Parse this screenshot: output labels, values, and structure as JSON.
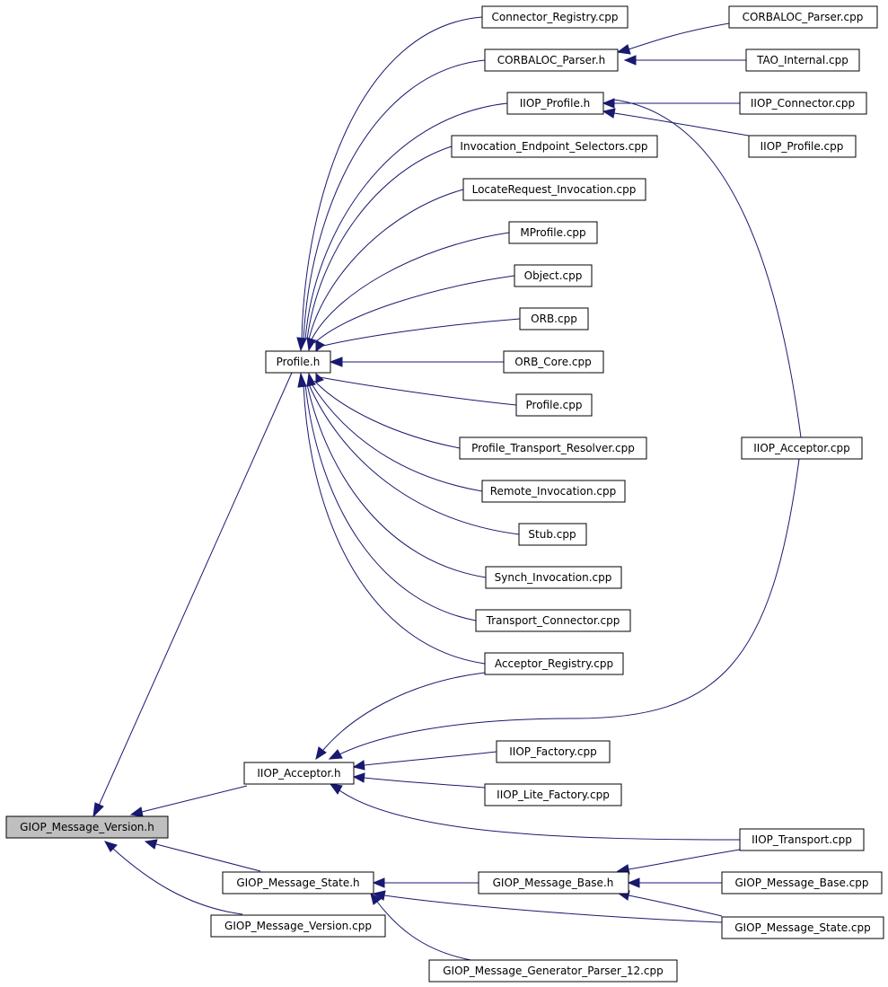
{
  "colors": {
    "edge": "#191970",
    "root_fill": "#bfbfbf",
    "node_fill": "#ffffff",
    "border": "#000000"
  },
  "nodes": {
    "gmv_h": "GIOP_Message_Version.h",
    "profile_h": "Profile.h",
    "iiop_acceptor_h": "IIOP_Acceptor.h",
    "gms_h": "GIOP_Message_State.h",
    "gmv_cpp": "GIOP_Message_Version.cpp",
    "connector_registry": "Connector_Registry.cpp",
    "corbaloc_h": "CORBALOC_Parser.h",
    "iiop_profile_h": "IIOP_Profile.h",
    "invocation_endpoint": "Invocation_Endpoint_Selectors.cpp",
    "locate_request": "LocateRequest_Invocation.cpp",
    "mprofile": "MProfile.cpp",
    "object_cpp": "Object.cpp",
    "orb_cpp": "ORB.cpp",
    "orb_core": "ORB_Core.cpp",
    "profile_cpp": "Profile.cpp",
    "profile_transport": "Profile_Transport_Resolver.cpp",
    "remote_invocation": "Remote_Invocation.cpp",
    "stub_cpp": "Stub.cpp",
    "synch_invocation": "Synch_Invocation.cpp",
    "transport_connector": "Transport_Connector.cpp",
    "acceptor_registry": "Acceptor_Registry.cpp",
    "iiop_factory": "IIOP_Factory.cpp",
    "iiop_lite_factory": "IIOP_Lite_Factory.cpp",
    "gmb_h": "GIOP_Message_Base.h",
    "gmg_parser": "GIOP_Message_Generator_Parser_12.cpp",
    "corbaloc_cpp": "CORBALOC_Parser.cpp",
    "tao_internal": "TAO_Internal.cpp",
    "iiop_connector": "IIOP_Connector.cpp",
    "iiop_profile_cpp": "IIOP_Profile.cpp",
    "iiop_acceptor_cpp": "IIOP_Acceptor.cpp",
    "iiop_transport": "IIOP_Transport.cpp",
    "gmb_cpp": "GIOP_Message_Base.cpp",
    "gms_cpp": "GIOP_Message_State.cpp"
  }
}
